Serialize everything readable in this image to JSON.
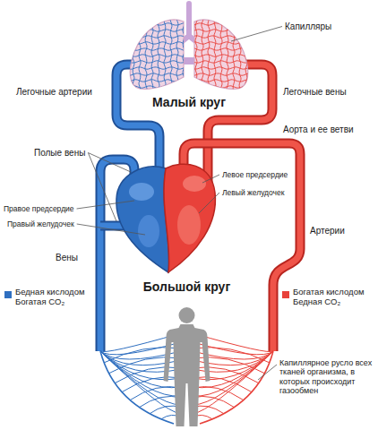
{
  "diagram": {
    "labels": [
      "Капилляры",
      "Легочные артерии",
      "Легочные вены",
      "Малый круг",
      "Аорта и ее ветви",
      "Полые вены",
      "Левое предсердие",
      "Левый желудочек",
      "Правое предсердие",
      "Правый желудочек",
      "Артерии",
      "Вены",
      "Большой круг",
      "Капиллярное русло всех тканей организма, в которых происходит газообмен"
    ],
    "legend": [
      {
        "text": "Бедная кислодом Богатая CO₂",
        "color": "#2f6fc0"
      },
      {
        "text": "Богатая кислодом Бедная CO₂",
        "color": "#e8413a"
      }
    ]
  }
}
